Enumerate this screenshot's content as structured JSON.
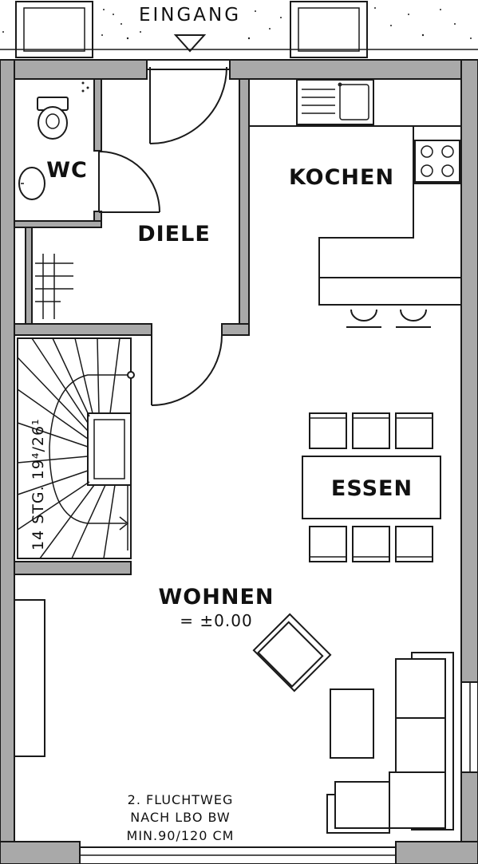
{
  "plan": {
    "entrance_label": "EINGANG",
    "stair_label": "14 STG. 19⁴/26¹",
    "rooms": {
      "wc": "WC",
      "diele": "DIELE",
      "kochen": "KOCHEN",
      "essen": "ESSEN",
      "wohnen": "WOHNEN",
      "wohnen_level": "= ±0.00"
    },
    "escape_note": {
      "line1": "2. FLUCHTWEG",
      "line2": "NACH LBO BW",
      "line3": "MIN.90/120 CM"
    }
  }
}
